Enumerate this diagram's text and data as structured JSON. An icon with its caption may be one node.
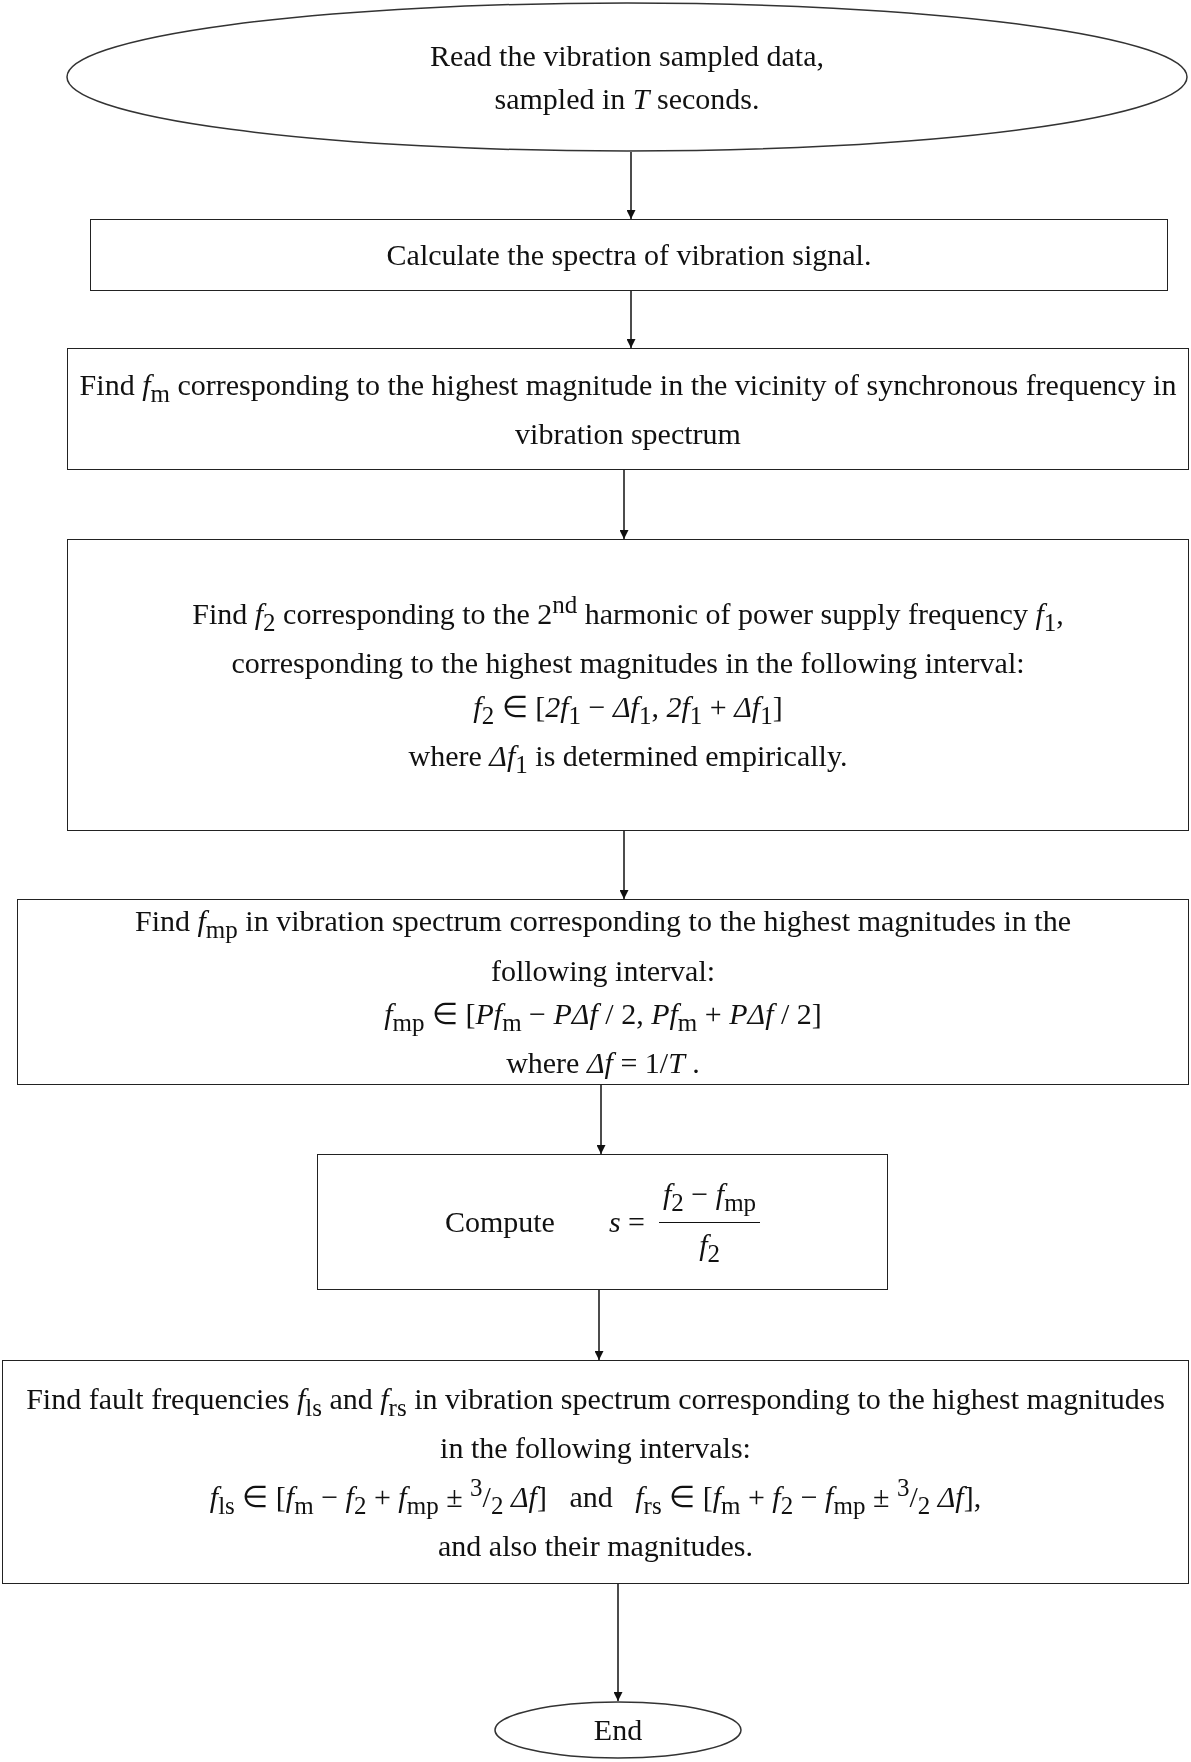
{
  "diagram": {
    "nodes": [
      {
        "text": [
          "Read the vibration sampled data, sampled in *T* seconds."
        ]
      },
      {
        "text": [
          "Calculate the spectra of vibration signal."
        ]
      },
      {
        "text": [
          "Find *f*$_{m}$ corresponding to the highest magnitude in the vicinity of synchronous frequency in vibration spectrum"
        ]
      },
      {
        "text": [
          "Find *f*$_{2}$ corresponding to the 2$^{nd}$ harmonic of power supply frequency *f*$_{1}$, corresponding to the highest magnitudes in the following interval:",
          "*f*$_{2}$ ∈ [*2f*$_{1}$ − *Δf*$_{1}$, *2f*$_{1}$ + *Δf*$_{1}$]",
          "where *Δf*$_{1}$ is determined empirically."
        ]
      },
      {
        "text": [
          "Find *f*$_{mp}$ in vibration spectrum corresponding to the highest magnitudes in the following interval:",
          "*f*$_{mp}$ ∈ [*Pf*$_{m}$ − *PΔf* / 2, *Pf*$_{m}$ + *PΔf* / 2]",
          "where *Δf* = 1/*T* ."
        ]
      },
      {
        "text": [
          "Compute",
          "*s* =",
          "*f*$_{2}$ − *f*$_{mp}$",
          "*f*$_{2}$"
        ]
      },
      {
        "text": [
          "Find fault frequencies *f*$_{ls}$ and *f*$_{rs}$ in vibration spectrum corresponding to the highest magnitudes in the following intervals:",
          "*f*$_{ls}$ ∈ [*f*$_{m}$ − *f*$_{2}$ + *f*$_{mp}$ ± $^{3}$/$_{2}$ *Δf*]   and   *f*$_{rs}$ ∈ [*f*$_{m}$ + *f*$_{2}$ − *f*$_{mp}$ ± $^{3}$/$_{2}$ *Δf*],",
          "and also their magnitudes."
        ]
      },
      {
        "text": [
          "End"
        ]
      }
    ],
    "edges": [
      {
        "from": 0,
        "to": 1,
        "arrow": "to"
      },
      {
        "from": 1,
        "to": 2,
        "arrow": "to"
      },
      {
        "from": 2,
        "to": 3,
        "arrow": "to"
      },
      {
        "from": 3,
        "to": 4,
        "arrow": "to"
      },
      {
        "from": 4,
        "to": 5,
        "arrow": "to"
      },
      {
        "from": 5,
        "to": 6,
        "arrow": "to"
      },
      {
        "from": 6,
        "to": 7,
        "arrow": "to"
      }
    ]
  }
}
